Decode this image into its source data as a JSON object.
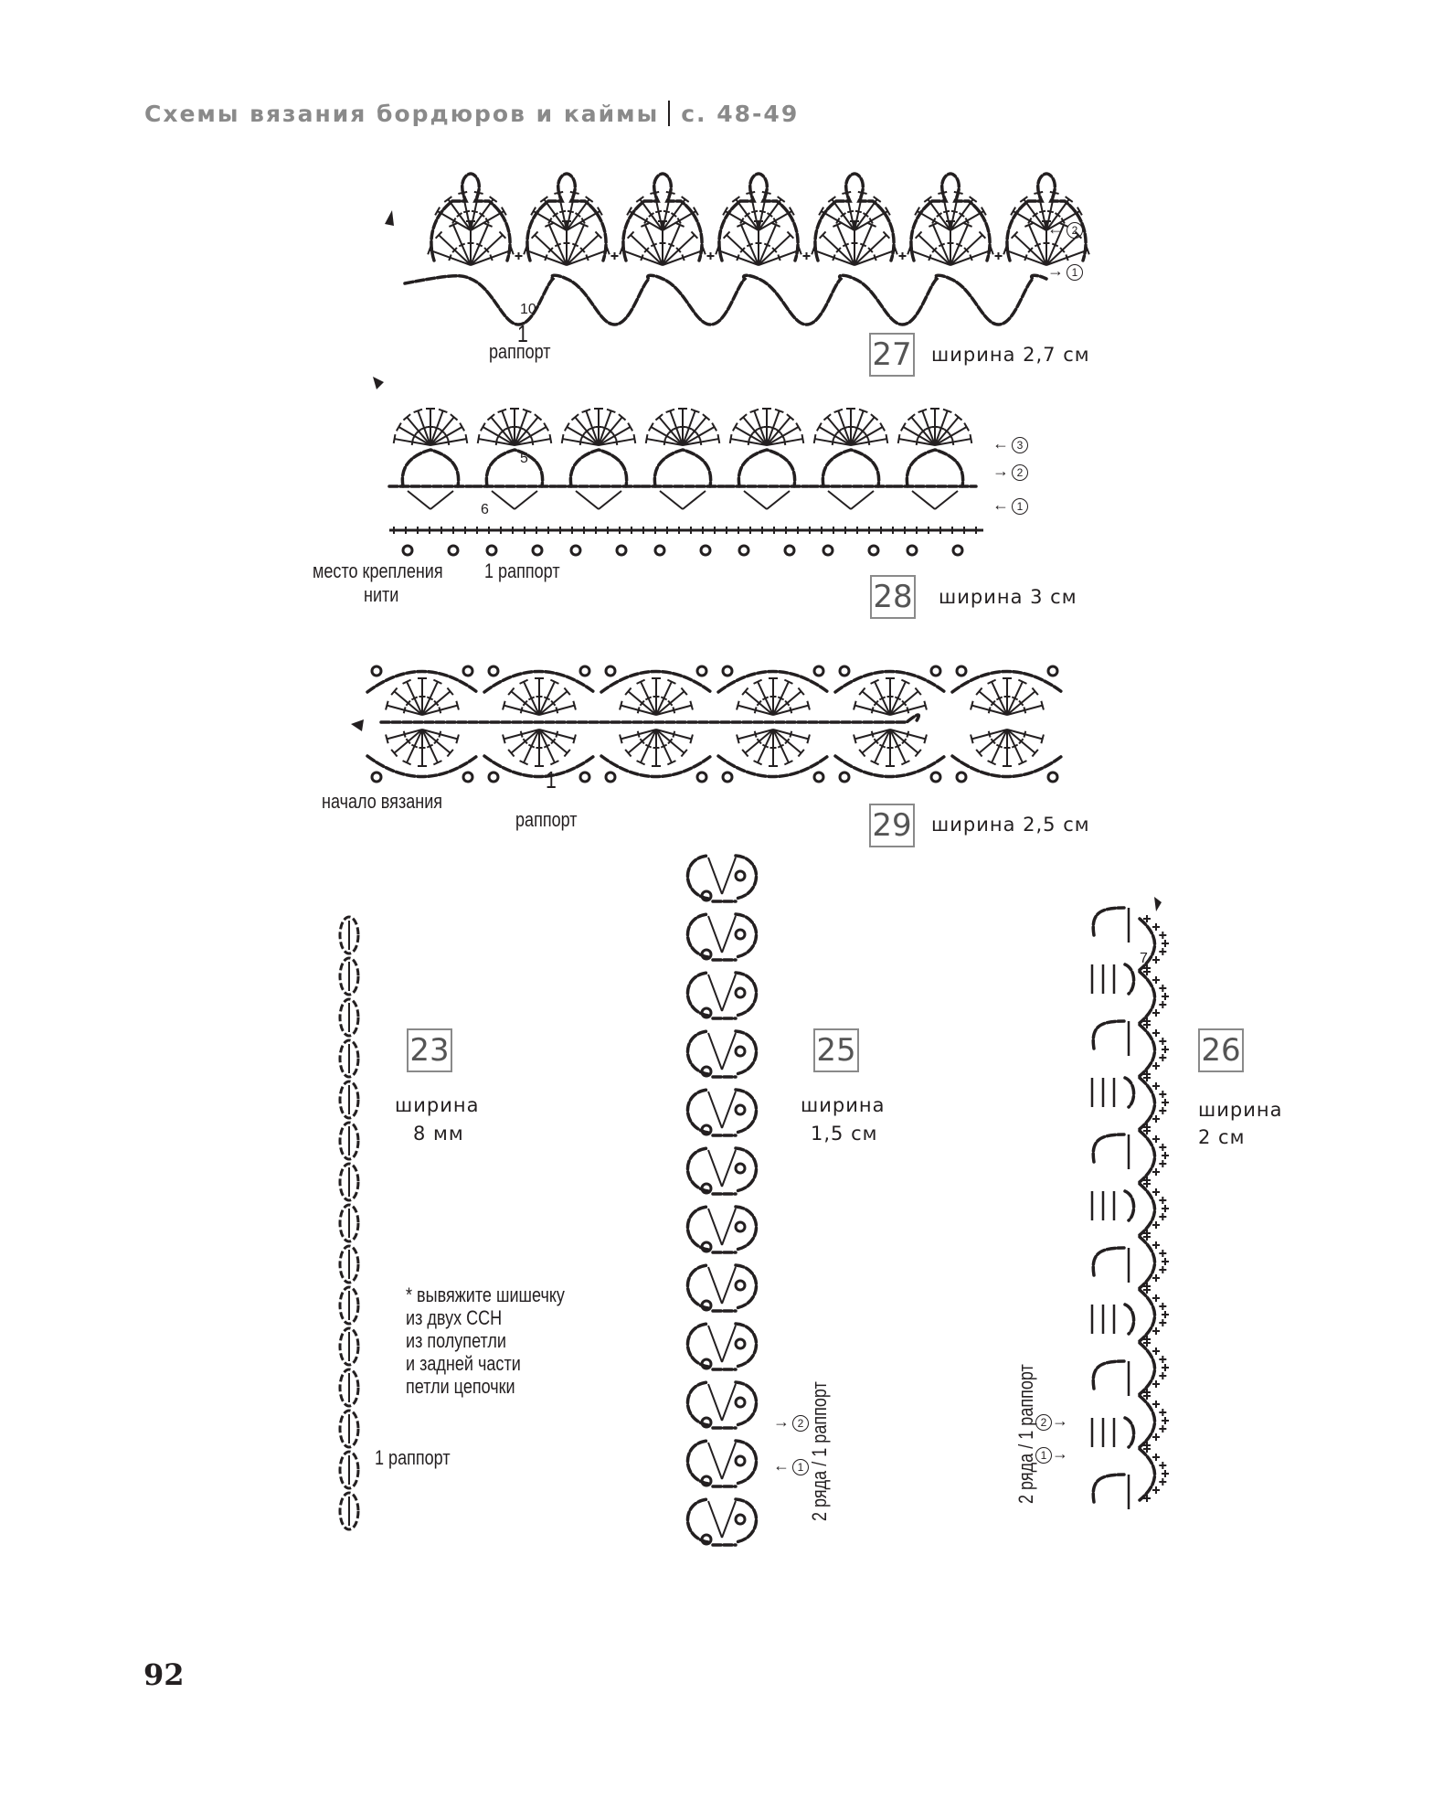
{
  "header": {
    "title": "Схемы вязания бордюров и каймы",
    "pages": "с. 48-49"
  },
  "page_number": "92",
  "diagrams": {
    "d27": {
      "number": "27",
      "width": "ширина 2,7 см",
      "chain_count": "10",
      "repeat_num": "1",
      "repeat_word": "раппорт",
      "rows": [
        "1",
        "2"
      ]
    },
    "d28": {
      "number": "28",
      "width": "ширина 3 см",
      "count_a": "5",
      "count_b": "6",
      "attach_1": "место крепления",
      "attach_2": "нити",
      "repeat": "1 раппорт",
      "rows": [
        "1",
        "2",
        "3"
      ]
    },
    "d29": {
      "number": "29",
      "width": "ширина 2,5 см",
      "start": "начало вязания",
      "repeat_num": "1",
      "repeat_word": "раппорт"
    },
    "d23": {
      "number": "23",
      "width_word": "ширина",
      "width_value": "8 мм",
      "repeat": "1 раппорт",
      "note": [
        "* вывяжите шишечку",
        "из двух ССН",
        "из полупетли",
        "и задней части",
        "петли цепочки"
      ]
    },
    "d25": {
      "number": "25",
      "width_word": "ширина",
      "width_value": "1,5 см",
      "repeat": "2 ряда / 1 раппорт",
      "rows": [
        "1",
        "2"
      ]
    },
    "d26": {
      "number": "26",
      "width_word": "ширина",
      "width_value": "2 см",
      "count": "7",
      "repeat": "2 ряда / 1 раппорт",
      "rows": [
        "1",
        "2"
      ]
    }
  },
  "colors": {
    "ink": "#231f20",
    "header_gray": "#8a8a8a"
  }
}
